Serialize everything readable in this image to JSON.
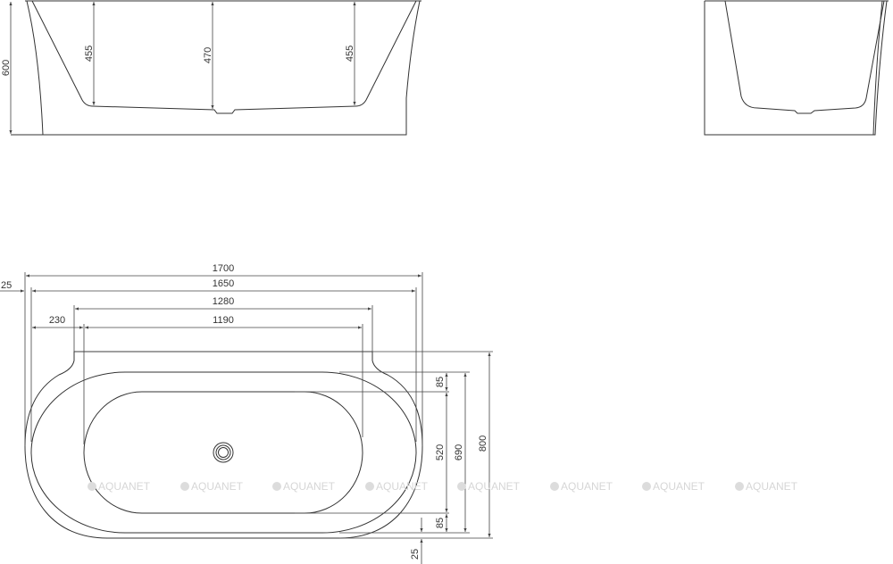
{
  "front_view": {
    "height_label": "600",
    "depth_left_label": "455",
    "depth_center_label": "470",
    "depth_right_label": "455"
  },
  "plan_view": {
    "overall_length": "1700",
    "rim_length": "1650",
    "back_width": "1280",
    "offset_left": "230",
    "bowl_length": "1190",
    "offset_side": "25",
    "rim_top_width": "85",
    "bowl_width": "520",
    "rim_bottom_width": "85",
    "rim_width": "690",
    "overall_width": "800",
    "offset_bottom": "25"
  },
  "watermark": {
    "text": "AQUANET",
    "color": "#d6d6d6"
  }
}
